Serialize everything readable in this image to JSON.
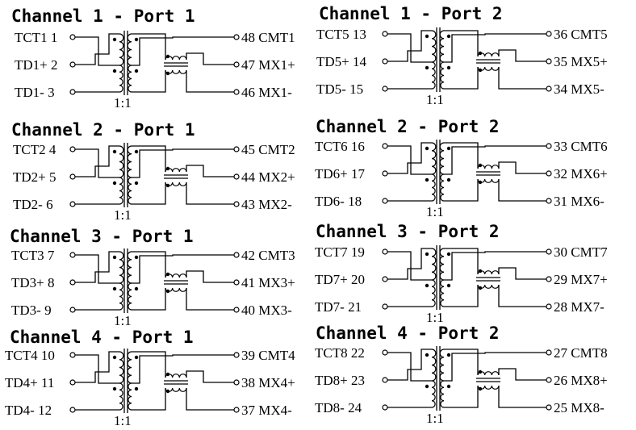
{
  "diagram": {
    "blocks": [
      {
        "title": "Channel 1 - Port 1",
        "ratio": "1:1",
        "left_pins": [
          "TCT1  1",
          "TD1+  2",
          "TD1-  3"
        ],
        "right_pins": [
          "48  CMT1",
          "47  MX1+",
          "46  MX1-"
        ]
      },
      {
        "title": "Channel 2 - Port 1",
        "ratio": "1:1",
        "left_pins": [
          "TCT2  4",
          "TD2+  5",
          "TD2-  6"
        ],
        "right_pins": [
          "45  CMT2",
          "44  MX2+",
          "43  MX2-"
        ]
      },
      {
        "title": "Channel 3 - Port 1",
        "ratio": "1:1",
        "left_pins": [
          "TCT3  7",
          "TD3+  8",
          "TD3-  9"
        ],
        "right_pins": [
          "42  CMT3",
          "41  MX3+",
          "40  MX3-"
        ]
      },
      {
        "title": "Channel 4 - Port 1",
        "ratio": "1:1",
        "left_pins": [
          "TCT4 10",
          "TD4+ 11",
          "TD4-  12"
        ],
        "right_pins": [
          "39  CMT4",
          "38  MX4+",
          "37  MX4-"
        ]
      },
      {
        "title": "Channel 1 - Port 2",
        "ratio": "1:1",
        "left_pins": [
          "TCT5  13",
          "TD5+  14",
          "TD5-  15"
        ],
        "right_pins": [
          "36  CMT5",
          "35  MX5+",
          "34  MX5-"
        ]
      },
      {
        "title": "Channel 2 - Port 2",
        "ratio": "1:1",
        "left_pins": [
          "TCT6  16",
          "TD6+  17",
          "TD6-  18"
        ],
        "right_pins": [
          "33  CMT6",
          "32  MX6+",
          "31  MX6-"
        ]
      },
      {
        "title": "Channel 3 - Port 2",
        "ratio": "1:1",
        "left_pins": [
          "TCT7  19",
          "TD7+  20",
          "TD7-  21"
        ],
        "right_pins": [
          "30  CMT7",
          "29  MX7+",
          "28  MX7-"
        ]
      },
      {
        "title": "Channel 4 - Port 2",
        "ratio": "1:1",
        "left_pins": [
          "TCT8  22",
          "TD8+  23",
          "TD8-  24"
        ],
        "right_pins": [
          "27  CMT8",
          "26  MX8+",
          "25  MX8-"
        ]
      }
    ]
  }
}
